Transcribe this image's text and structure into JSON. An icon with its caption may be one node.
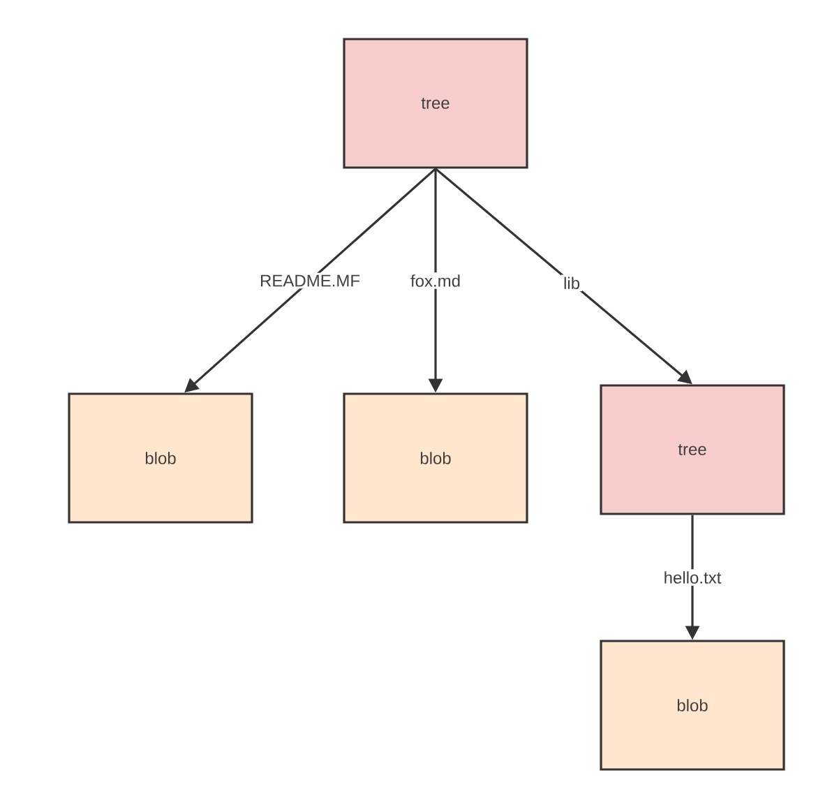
{
  "diagram": {
    "nodes": [
      {
        "text": [
          "tree"
        ]
      },
      {
        "text": [
          "blob"
        ]
      },
      {
        "text": [
          "blob"
        ]
      },
      {
        "text": [
          "tree"
        ]
      },
      {
        "text": [
          "blob"
        ]
      }
    ],
    "edges": [
      {
        "from": 0,
        "to": 1,
        "arrow": "to",
        "label": "README.MF"
      },
      {
        "from": 0,
        "to": 2,
        "arrow": "to",
        "label": "fox.md"
      },
      {
        "from": 0,
        "to": 3,
        "arrow": "to",
        "label": "lib"
      },
      {
        "from": 3,
        "to": 4,
        "arrow": "to",
        "label": "hello.txt"
      }
    ]
  }
}
